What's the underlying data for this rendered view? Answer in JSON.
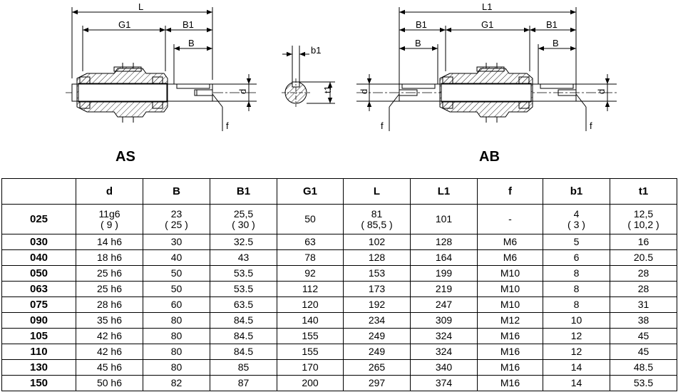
{
  "drawing_as": {
    "title": "AS",
    "labels": {
      "L": "L",
      "G1": "G1",
      "B1": "B1",
      "B": "B",
      "d": "d",
      "f": "f"
    }
  },
  "drawing_section": {
    "labels": {
      "b1": "b1",
      "t1": "t1"
    }
  },
  "drawing_ab": {
    "title": "AB",
    "labels": {
      "L1": "L1",
      "B1_left": "B1",
      "G1": "G1",
      "B1_right": "B1",
      "B_left": "B",
      "B_right": "B",
      "d_left": "d",
      "d_right": "d",
      "f_left": "f",
      "f_right": "f"
    }
  },
  "table": {
    "headers": [
      "",
      "d",
      "B",
      "B1",
      "G1",
      "L",
      "L1",
      "f",
      "b1",
      "t1"
    ],
    "first_row": {
      "size": "025",
      "cells": [
        {
          "top": "11g6",
          "bottom": "( 9 )"
        },
        {
          "top": "23",
          "bottom": "( 25 )"
        },
        {
          "top": "25,5",
          "bottom": "( 30 )"
        },
        {
          "top": "50",
          "bottom": ""
        },
        {
          "top": "81",
          "bottom": "( 85,5 )"
        },
        {
          "top": "101",
          "bottom": ""
        },
        {
          "top": "-",
          "bottom": ""
        },
        {
          "top": "4",
          "bottom": "( 3 )"
        },
        {
          "top": "12,5",
          "bottom": "( 10,2 )"
        }
      ]
    },
    "rows": [
      [
        "030",
        "14 h6",
        "30",
        "32.5",
        "63",
        "102",
        "128",
        "M6",
        "5",
        "16"
      ],
      [
        "040",
        "18 h6",
        "40",
        "43",
        "78",
        "128",
        "164",
        "M6",
        "6",
        "20.5"
      ],
      [
        "050",
        "25 h6",
        "50",
        "53.5",
        "92",
        "153",
        "199",
        "M10",
        "8",
        "28"
      ],
      [
        "063",
        "25 h6",
        "50",
        "53.5",
        "112",
        "173",
        "219",
        "M10",
        "8",
        "28"
      ],
      [
        "075",
        "28 h6",
        "60",
        "63.5",
        "120",
        "192",
        "247",
        "M10",
        "8",
        "31"
      ],
      [
        "090",
        "35 h6",
        "80",
        "84.5",
        "140",
        "234",
        "309",
        "M12",
        "10",
        "38"
      ],
      [
        "105",
        "42 h6",
        "80",
        "84.5",
        "155",
        "249",
        "324",
        "M16",
        "12",
        "45"
      ],
      [
        "110",
        "42 h6",
        "80",
        "84.5",
        "155",
        "249",
        "324",
        "M16",
        "12",
        "45"
      ],
      [
        "130",
        "45 h6",
        "80",
        "85",
        "170",
        "265",
        "340",
        "M16",
        "14",
        "48.5"
      ],
      [
        "150",
        "50 h6",
        "82",
        "87",
        "200",
        "297",
        "374",
        "M16",
        "14",
        "53.5"
      ]
    ]
  }
}
